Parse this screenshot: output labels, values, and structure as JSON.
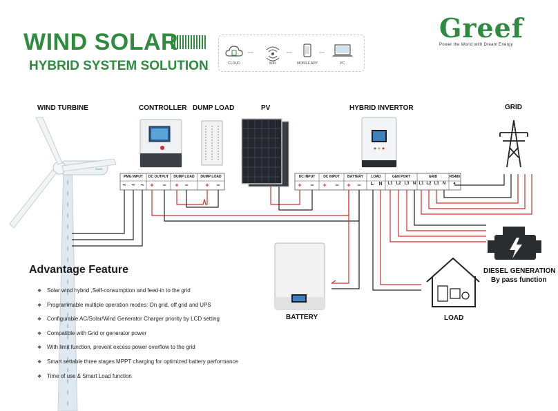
{
  "header": {
    "title_line1": "WIND SOLAR",
    "title_line2": "HYBRID SYSTEM SOLUTION"
  },
  "brand": {
    "name": "Greef",
    "tagline": "Power the World with Dream Energy",
    "color": "#2e8b3e"
  },
  "connectivity": {
    "items": [
      "CLOUD",
      "WIFI",
      "MOBILE APP",
      "PC"
    ]
  },
  "components": {
    "wind_turbine": "WIND TURBINE",
    "controller": "CONTROLLER",
    "dump_load": "DUMP LOAD",
    "pv": "PV",
    "hybrid_inverter": "HYBRID INVERTOR",
    "grid": "GRID",
    "diesel_generation": "DIESEL GENERATION",
    "bypass": "By pass function",
    "battery": "BATTERY",
    "load": "LOAD"
  },
  "controller_terminals": {
    "pmg_input": "PMG INPUT",
    "dc_output": "DC OUTPUT",
    "dump_load": "DUMP LOAD",
    "dump_load2": "DUMP LOAD"
  },
  "inverter_terminals": {
    "dc_input1": "DC INPUT",
    "dc_input2": "DC INPUT",
    "battery": "BATTERY",
    "load": "LOAD",
    "gen_port": "GEN PORT",
    "grid": "GRID",
    "rs485": "RS485"
  },
  "terminal_symbols": {
    "ac": "~",
    "plus": "+",
    "minus": "−",
    "l": "L",
    "n": "N",
    "l1": "L1",
    "l2": "L2",
    "l3": "L3",
    "dot": "●"
  },
  "advantages": {
    "title": "Advantage Feature",
    "bullet": "❖",
    "items": [
      "Solar wind hybrid ,Self-consumption and feed-in to the grid",
      "Programmable multiple operation modes: On grid, off grid and UPS",
      "Configurable AC/Solar/Wind Generator Charger priority by LCD setting",
      "Compatible with Grid or generator power",
      "With limit function, prevent excess power overflow to the grid",
      "Smart settable three stages MPPT charging for optimized battery performance",
      "Time of use & Smart Load function"
    ]
  },
  "colors": {
    "accent_green": "#2e8b3e",
    "wire_red": "#d42a2a",
    "wire_black": "#222222"
  }
}
